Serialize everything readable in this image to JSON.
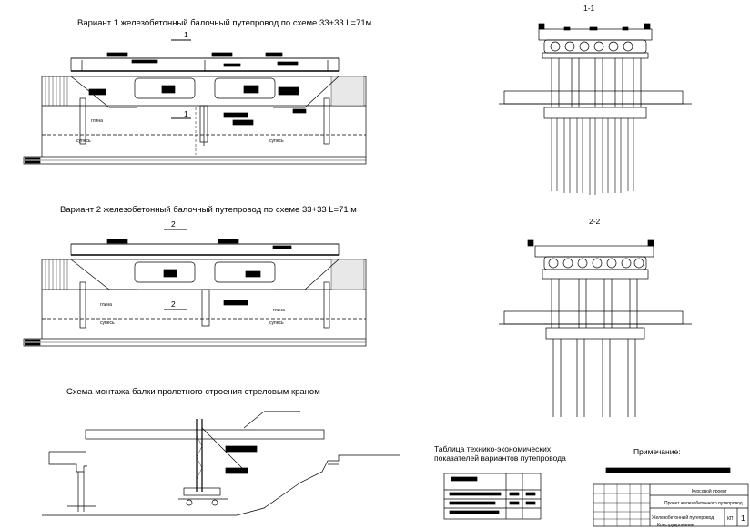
{
  "variant1": {
    "title": "Вариант 1 железобетонный балочный путепровод по схеме  33+33  L=71м",
    "section_mark": "1",
    "soil_upper": "глина",
    "soil_lower_left": "супесь",
    "soil_lower_right": "супесь"
  },
  "variant2": {
    "title": "Вариант 2  железобетонный балочный путепровод по схеме  33+33   L=71 м",
    "section_mark": "2",
    "soil_upper_left": "глина",
    "soil_upper_right": "глина",
    "soil_lower_left": "супесь",
    "soil_lower_right": "супесь"
  },
  "section1": {
    "label": "1-1"
  },
  "section2": {
    "label": "2-2"
  },
  "erection": {
    "title": "Схема монтажа балки пролетного строения стреловым краном"
  },
  "table": {
    "title_line1": "Таблица технико-экономических",
    "title_line2": "показателей вариантов путепровода"
  },
  "notes": {
    "title": "Примечание:"
  },
  "stamp": {
    "course": "Курсовой проект",
    "project": "Проект железобетонного путепровод",
    "sheet_title": "Железобетонный путепровод",
    "subtitle": "Конструирование",
    "code": "КП",
    "sheet": "1"
  }
}
